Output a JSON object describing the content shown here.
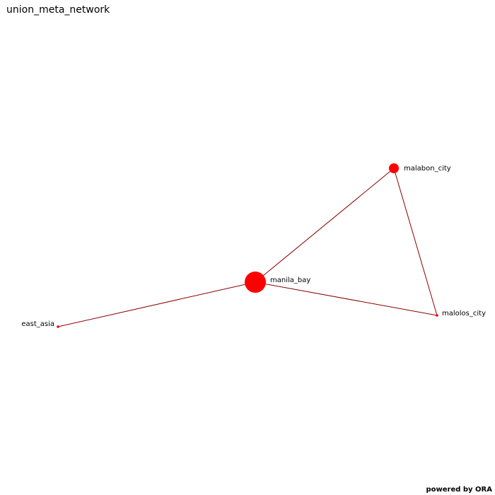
{
  "title": "union_meta_network",
  "footer": "powered by ORA",
  "colors": {
    "node": "#ff0000",
    "edge": "#8b0000"
  },
  "nodes": [
    {
      "id": "malabon_city",
      "label": "malabon_city",
      "size": "medium"
    },
    {
      "id": "manila_bay",
      "label": "manila_bay",
      "size": "large"
    },
    {
      "id": "malolos_city",
      "label": "malolos_city",
      "size": "small"
    },
    {
      "id": "east_asia",
      "label": "east_asia",
      "size": "small"
    }
  ],
  "edges": [
    {
      "source": "manila_bay",
      "target": "malabon_city"
    },
    {
      "source": "malabon_city",
      "target": "malolos_city"
    },
    {
      "source": "manila_bay",
      "target": "malolos_city"
    },
    {
      "source": "manila_bay",
      "target": "east_asia"
    }
  ]
}
